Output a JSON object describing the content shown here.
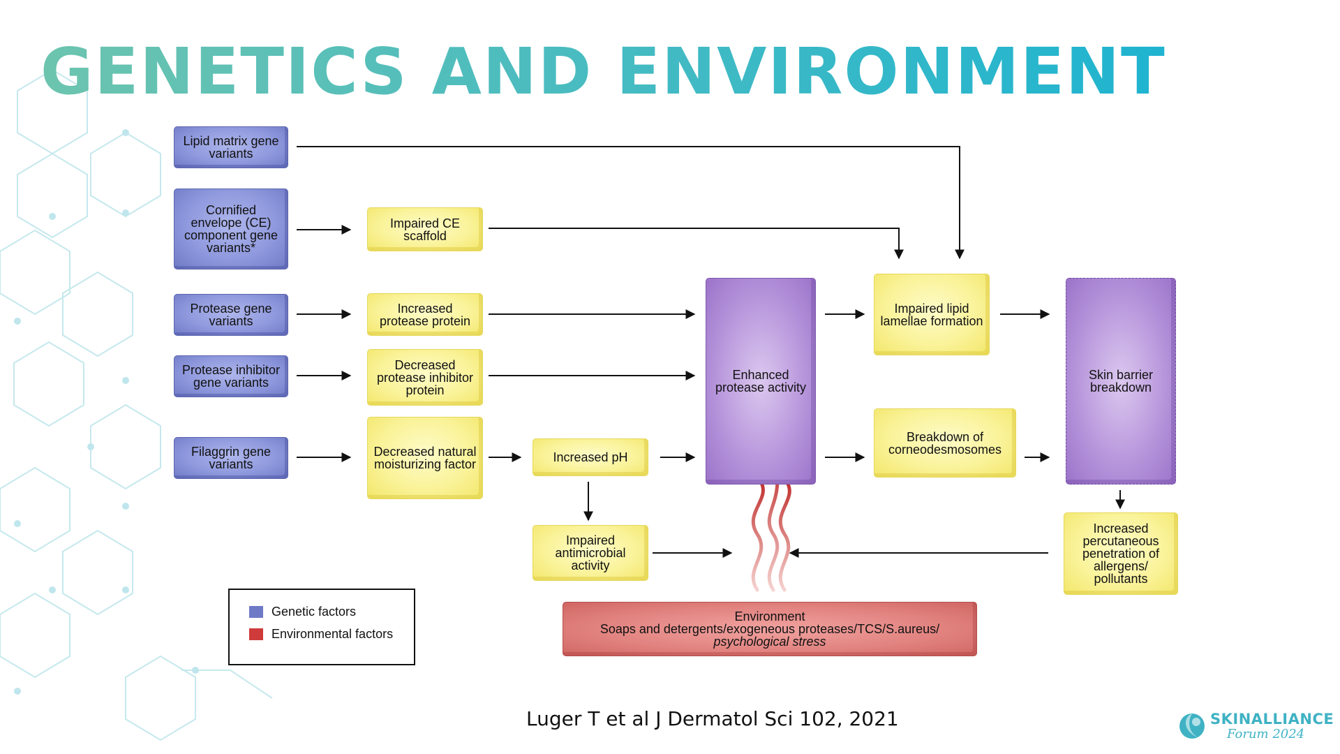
{
  "slide": {
    "title": "GENETICS AND ENVIRONMENT",
    "citation": "Luger T et al  J Dermatol Sci 102, 2021"
  },
  "colors": {
    "title_gradient": [
      "#6cc4ae",
      "#1fb4d0"
    ],
    "genetic": "#6f7ac6",
    "intermediate": "#faf39a",
    "central": "#b897dc",
    "environmental": "#cf3a3a",
    "hexagon_pattern": "#bfe6ec"
  },
  "diagram": {
    "genetic_factors": {
      "lipid_matrix": "Lipid matrix gene variants",
      "cornified_envelope": "Cornified envelope (CE) component gene variants*",
      "protease": "Protease gene variants",
      "protease_inhibitor": "Protease inhibitor gene variants",
      "filaggrin": "Filaggrin gene variants"
    },
    "intermediates": {
      "impaired_ce_scaffold": "Impaired CE scaffold",
      "increased_protease_protein": "Increased protease protein",
      "decreased_protease_inhibitor": "Decreased protease inhibitor protein",
      "decreased_nmf": "Decreased natural moisturizing factor",
      "increased_ph": "Increased pH",
      "impaired_antimicrobial": "Impaired antimicrobial activity",
      "impaired_lipid_lamellae": "Impaired lipid lamellae formation",
      "breakdown_corneodesmosomes": "Breakdown of corneodesmosomes",
      "increased_penetration": "Increased percutaneous penetration of allergens/ pollutants"
    },
    "central": {
      "enhanced_protease": "Enhanced protease activity",
      "skin_barrier_breakdown": "Skin barrier breakdown"
    },
    "environment": {
      "heading": "Environment",
      "line1": "Soaps and detergents/exogeneous proteases/TCS/S.aureus/",
      "line2": "psychological stress"
    }
  },
  "legend": {
    "genetic_label": "Genetic factors",
    "environmental_label": "Environmental factors"
  },
  "logo": {
    "name": "SKINALLIANCE",
    "subtitle": "Forum 2024",
    "icon": "skinalliance-swirl-icon"
  }
}
